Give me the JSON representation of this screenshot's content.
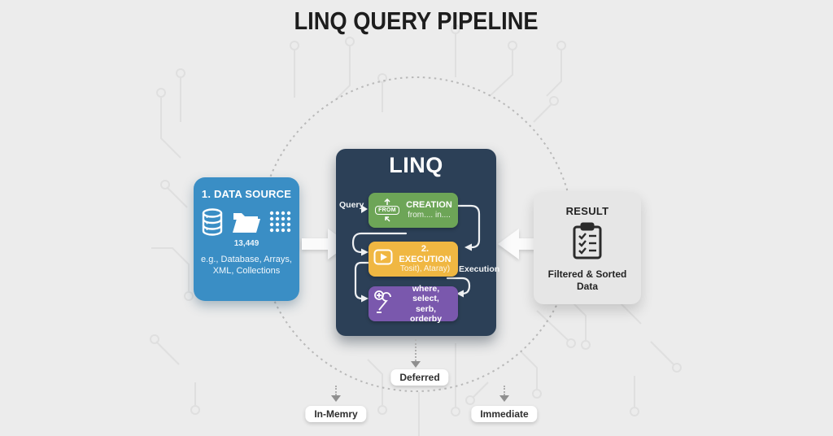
{
  "title": "LINQ QUERY PIPELINE",
  "data_source": {
    "title": "1. DATA SOURCE",
    "count": "13,449",
    "examples_line1": "e.g., Database, Arrays,",
    "examples_line2": "XML, Collections"
  },
  "linq": {
    "title": "LINQ",
    "query_label": "Query",
    "execution_label": "Execution",
    "from_badge": "FROM",
    "creation_title": "CREATION",
    "creation_subtitle": "from.... in....",
    "execution_title": "2. EXECUTION",
    "execution_subtitle": "Tosit), Ataray)",
    "operators_line1": "where, select,",
    "operators_line2": "serb, orderby"
  },
  "result": {
    "title": "RESULT",
    "caption_line1": "Filtered & Sorted",
    "caption_line2": "Data"
  },
  "pills": {
    "deferred": "Deferred",
    "in_memory": "In-Memry",
    "immediate": "Immediate"
  },
  "colors": {
    "background": "#ececec",
    "data_source_blue": "#3a8ec5",
    "linq_navy": "#2c4057",
    "creation_green": "#6da557",
    "execution_yellow": "#f0b742",
    "operators_purple": "#7a58ad",
    "result_gray": "#e6e6e6"
  }
}
